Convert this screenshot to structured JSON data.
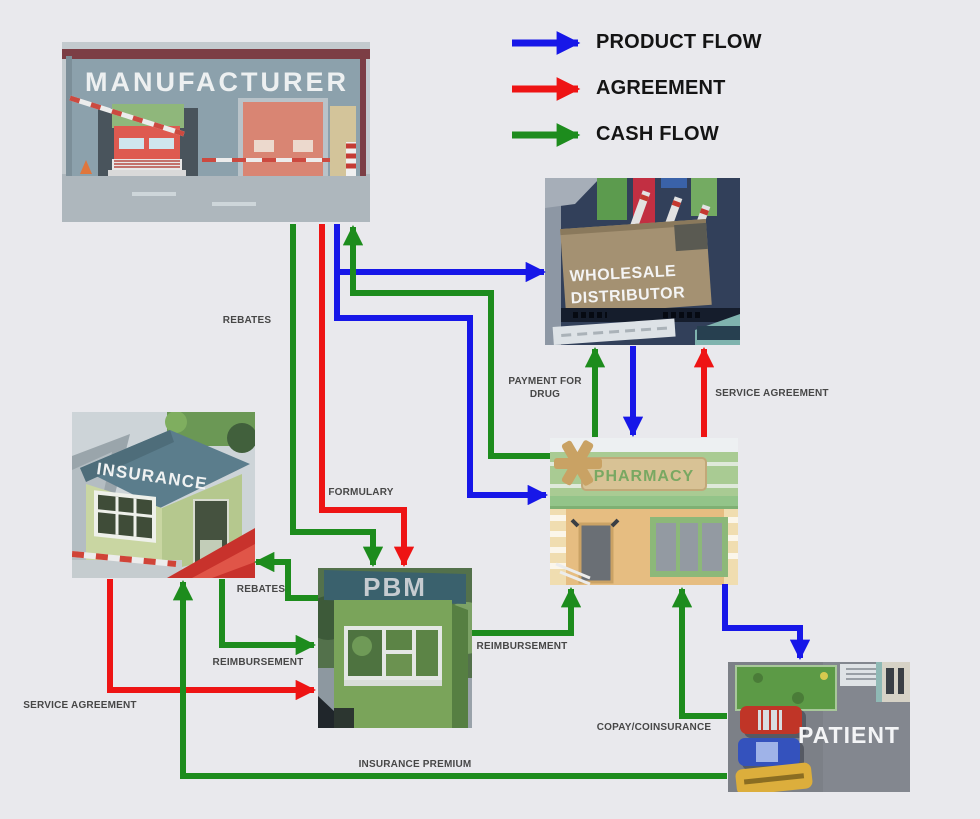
{
  "colors": {
    "background": "#e9e9ed",
    "product_flow": "#1717e8",
    "agreement": "#ee1414",
    "cash_flow": "#1d8c1d",
    "legend_text": "#141414",
    "edge_label_text": "#474747"
  },
  "legend": {
    "items": [
      {
        "label": "PRODUCT FLOW",
        "color_key": "product_flow"
      },
      {
        "label": "AGREEMENT",
        "color_key": "agreement"
      },
      {
        "label": "CASH FLOW",
        "color_key": "cash_flow"
      }
    ]
  },
  "nodes": {
    "manufacturer": {
      "label": "MANUFACTURER"
    },
    "wholesale_distributor": {
      "label_line1": "WHOLESALE",
      "label_line2": "DISTRIBUTOR"
    },
    "insurance": {
      "label": "INSURANCE"
    },
    "pbm": {
      "label": "PBM"
    },
    "pharmacy": {
      "label": "PHARMACY"
    },
    "patient": {
      "label": "PATIENT"
    }
  },
  "edges": [
    {
      "from": "manufacturer",
      "to": "wholesale_distributor",
      "type": "product_flow",
      "label": ""
    },
    {
      "from": "manufacturer",
      "to": "pharmacy",
      "type": "product_flow",
      "label": ""
    },
    {
      "from": "wholesale_distributor",
      "to": "pharmacy",
      "type": "product_flow",
      "label": ""
    },
    {
      "from": "pharmacy",
      "to": "patient",
      "type": "product_flow",
      "label": ""
    },
    {
      "from": "manufacturer",
      "to": "pbm",
      "type": "cash_flow",
      "label": "REBATES"
    },
    {
      "from": "pharmacy",
      "to": "manufacturer",
      "type": "cash_flow",
      "label": ""
    },
    {
      "from": "manufacturer",
      "to": "pbm",
      "type": "agreement",
      "label": "FORMULARY"
    },
    {
      "from": "pharmacy",
      "to": "wholesale_distributor",
      "type": "cash_flow",
      "label": "PAYMENT FOR DRUG",
      "label_lines": [
        "PAYMENT FOR",
        "DRUG"
      ]
    },
    {
      "from": "pharmacy",
      "to": "wholesale_distributor",
      "type": "agreement",
      "label": "SERVICE AGREEMENT"
    },
    {
      "from": "pbm",
      "to": "insurance",
      "type": "cash_flow",
      "label": "REBATES"
    },
    {
      "from": "insurance",
      "to": "pbm",
      "type": "cash_flow",
      "label": "REIMBURSEMENT"
    },
    {
      "from": "insurance",
      "to": "pbm",
      "type": "agreement",
      "label": "SERVICE AGREEMENT"
    },
    {
      "from": "pbm",
      "to": "pharmacy",
      "type": "cash_flow",
      "label": "REIMBURSEMENT"
    },
    {
      "from": "patient",
      "to": "pharmacy",
      "type": "cash_flow",
      "label": "COPAY/COINSURANCE"
    },
    {
      "from": "patient",
      "to": "insurance",
      "type": "cash_flow",
      "label": "INSURANCE PREMIUM"
    }
  ]
}
